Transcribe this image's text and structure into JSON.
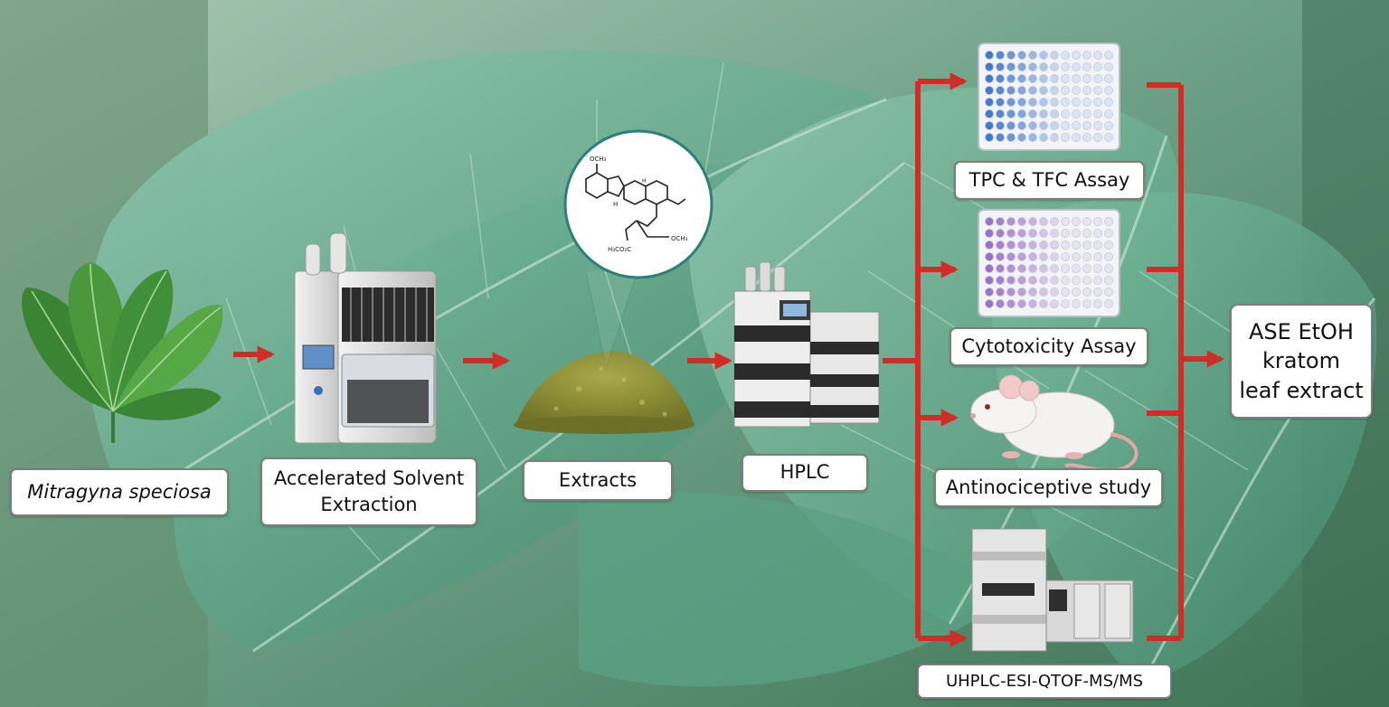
{
  "labels": {
    "source": "Mitragyna speciosa",
    "ase_line1": "Accelerated Solvent",
    "ase_line2": "Extraction",
    "extracts": "Extracts",
    "hplc": "HPLC",
    "tpc": "TPC & TFC Assay",
    "cyto": "Cytotoxicity Assay",
    "antinoc": "Antinociceptive study",
    "uhplc": "UHPLC-ESI-QTOF-MS/MS",
    "final_line1": "ASE EtOH",
    "final_line2": "kratom",
    "final_line3": "leaf extract"
  },
  "molecule": {
    "methoxy": "OCH₃",
    "nh": "H",
    "ester": "H₃CO₂C",
    "enol": "OCH₃",
    "h": "H"
  },
  "colors": {
    "arrow": "#d32b25",
    "leaf": "#3f8f3a",
    "powder": "#8a8b33",
    "plate_blue": "#3b74cf",
    "plate_purple": "#9a6bcb",
    "ring": "#2d7f77"
  }
}
